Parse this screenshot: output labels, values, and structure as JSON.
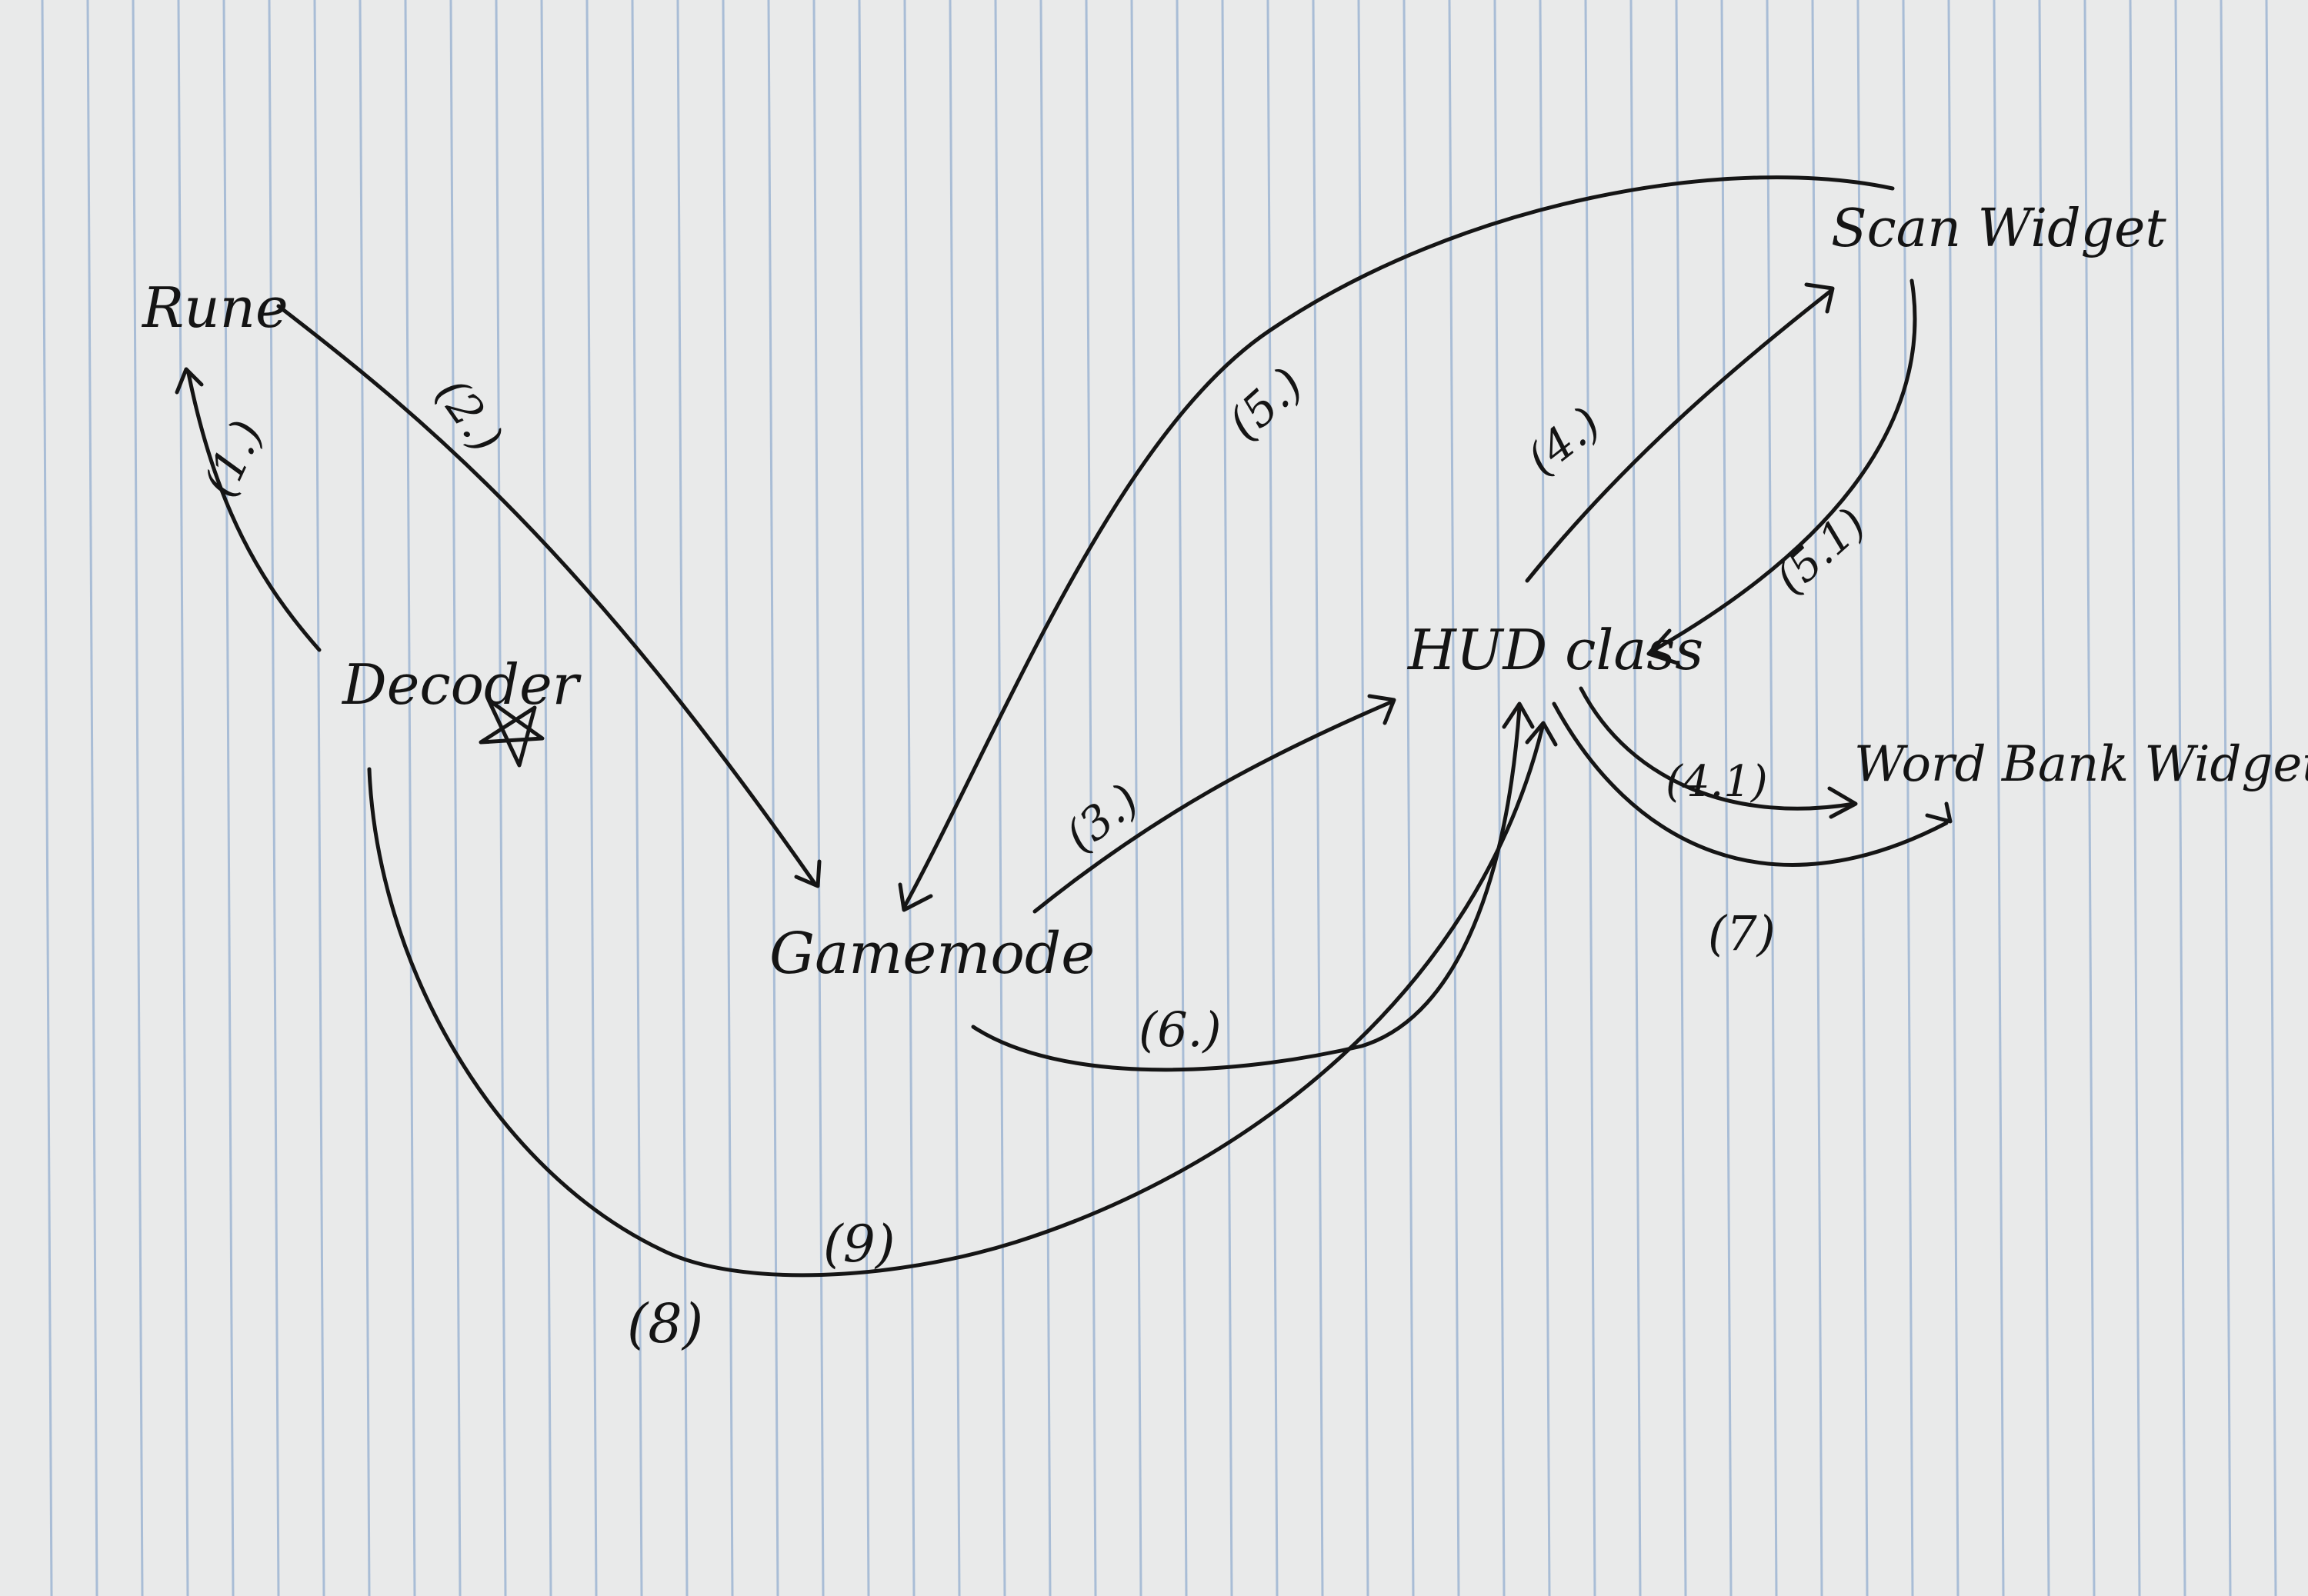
{
  "colors": {
    "paper": "#e9eaea",
    "rule_line": "#a9bdd6",
    "ink": "#151515"
  },
  "nodes": {
    "rune": "Rune",
    "decoder": "Decoder",
    "gamemode": "Gamemode",
    "hud_class": "HUD class",
    "scan_widget": "Scan Widget",
    "word_bank_widget": "Word Bank Widget"
  },
  "edges": {
    "e1": "(1.)",
    "e2": "(2.)",
    "e3": "(3.)",
    "e4": "(4.)",
    "e41": "(4.1)",
    "e5": "(5.)",
    "e51": "(5.1)",
    "e6": "(6.)",
    "e7": "(7)",
    "e8": "(8)",
    "e9": "(9)"
  },
  "icons": {
    "decoder_mark": "star-doodle-icon"
  }
}
